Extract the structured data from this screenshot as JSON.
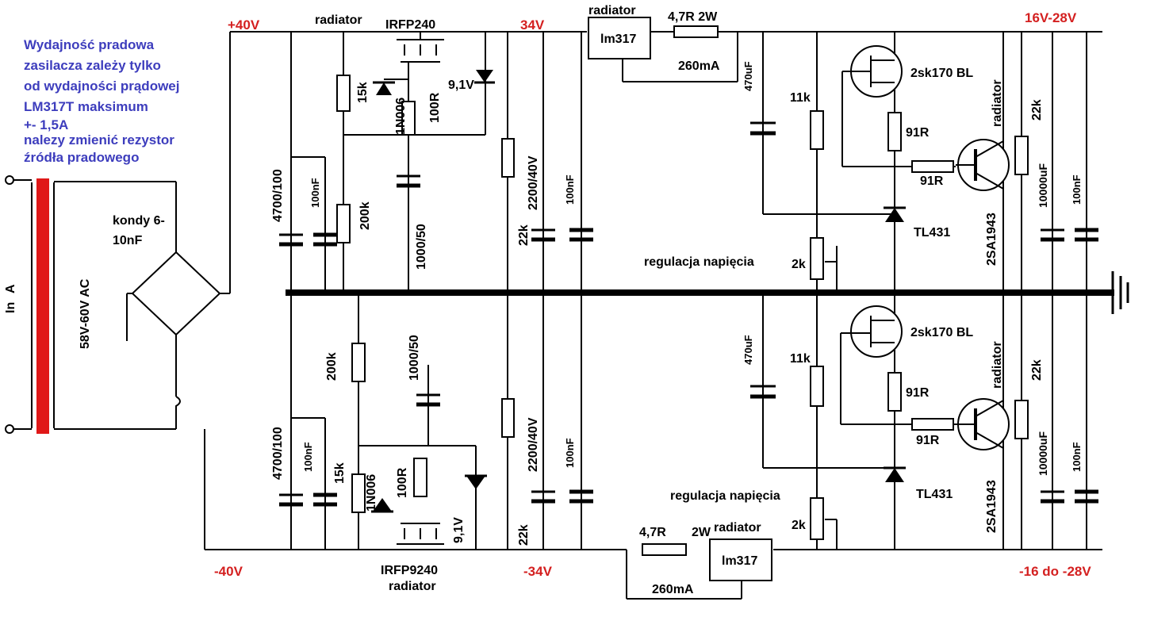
{
  "note": {
    "lines": [
      "Wydajność pradowa",
      "zasilacza zależy tylko",
      "od wydajności prądowej",
      "LM317T maksimum",
      "+- 1,5A",
      "nalezy zmienić rezystor",
      "źródła pradowego"
    ]
  },
  "rails": {
    "pos40": "+40V",
    "pos34": "34V",
    "pos_out": "16V-28V",
    "neg40": "-40V",
    "neg34": "-34V",
    "neg_out": "-16 do -28V"
  },
  "transformer": {
    "secondary": "58V-60V AC",
    "input": "In",
    "input_mark": "A"
  },
  "bridge": {
    "caps_label": "kondy 6-",
    "caps_label2": "10nF"
  },
  "top": {
    "radiator1": "radiator",
    "mosfet": "IRFP240",
    "r15k": "15k",
    "diode": "1N006",
    "r100": "100R",
    "zener": "9,1V",
    "cap_big": "4700/100",
    "cap_100nf": "100nF",
    "r200k": "200k",
    "cap_1000": "1000/50",
    "cap_2200": "2200/40V",
    "cap_100nf2": "100nF",
    "r22k": "22k",
    "radiator2": "radiator",
    "lm": "lm317",
    "r47": "4,7R 2W",
    "current": "260mA",
    "cap_470": "470uF",
    "r11k": "11k",
    "jfet": "2sk170 BL",
    "r91a": "91R",
    "r91b": "91R",
    "tl": "TL431",
    "reg": "regulacja napięcia",
    "pot": "2k",
    "radiator3": "radiator",
    "r22k_out": "22k",
    "trans": "2SA1943",
    "cap_10000": "10000uF",
    "cap_100nf3": "100nF"
  },
  "bottom": {
    "r200k": "200k",
    "cap_1000": "1000/50",
    "cap_big": "4700/100",
    "cap_100nf": "100nF",
    "r15k": "15k",
    "diode": "1N006",
    "r100": "100R",
    "zener": "9,1V",
    "mosfet": "IRFP9240",
    "radiator1": "radiator",
    "cap_2200": "2200/40V",
    "cap_100nf2": "100nF",
    "r22k": "22k",
    "r47": "4,7R",
    "r47w": "2W",
    "radiator2": "radiator",
    "lm": "lm317",
    "current": "260mA",
    "cap_470": "470uF",
    "r11k": "11k",
    "jfet": "2sk170 BL",
    "r91a": "91R",
    "r91b": "91R",
    "tl": "TL431",
    "reg": "regulacja napięcia",
    "pot": "2k",
    "radiator3": "radiator",
    "r22k_out": "22k",
    "trans": "2SA1943",
    "cap_10000": "10000uF",
    "cap_100nf3": "100nF"
  }
}
